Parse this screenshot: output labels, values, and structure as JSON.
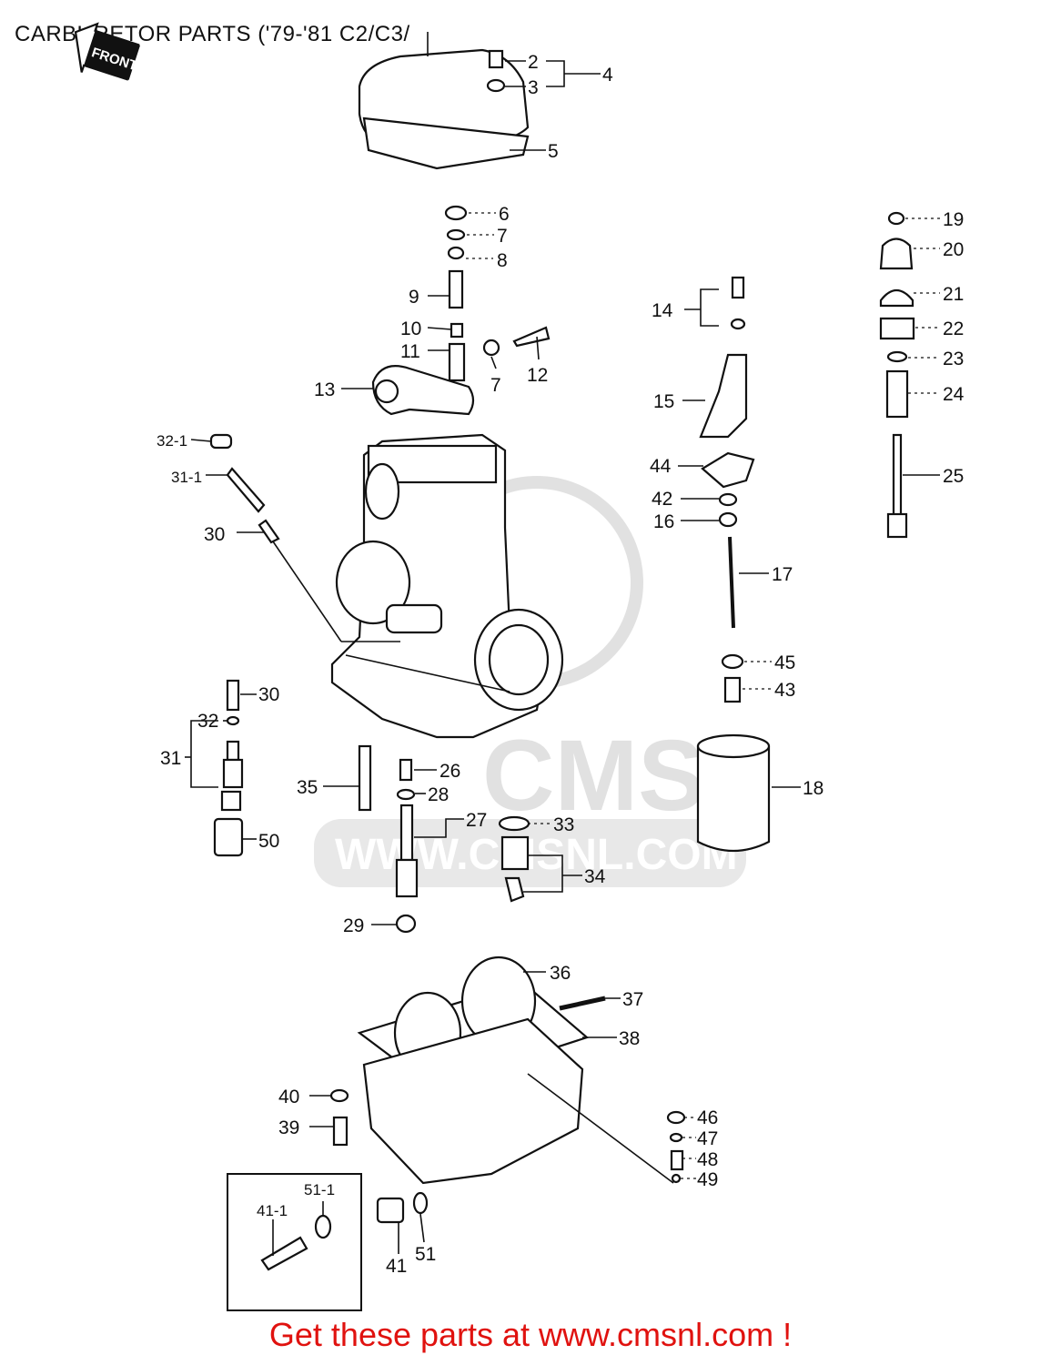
{
  "title": "CARBURETOR PARTS ('79-'81 C2/C3/",
  "front_badge": "FRONT",
  "watermark": {
    "brand": "CMS",
    "url": "WWW.CMSNL.COM",
    "color": "#dcdcdc"
  },
  "footer_link": "Get these parts at www.cmsnl.com !",
  "colors": {
    "footer": "#e0120f",
    "ink": "#111111"
  },
  "callouts": {
    "c2": "2",
    "c3": "3",
    "c4": "4",
    "c5": "5",
    "c6": "6",
    "c7a": "7",
    "c8": "8",
    "c9": "9",
    "c10": "10",
    "c11": "11",
    "c7b": "7",
    "c12": "12",
    "c13": "13",
    "c14": "14",
    "c15": "15",
    "c16": "16",
    "c17": "17",
    "c18": "18",
    "c19": "19",
    "c20": "20",
    "c21": "21",
    "c22": "22",
    "c23": "23",
    "c24": "24",
    "c25": "25",
    "c26": "26",
    "c27": "27",
    "c28": "28",
    "c29": "29",
    "c30a": "30",
    "c30b": "30",
    "c31": "31",
    "c31_1": "31-1",
    "c32": "32",
    "c32_1": "32-1",
    "c33": "33",
    "c34": "34",
    "c35": "35",
    "c36": "36",
    "c37": "37",
    "c38": "38",
    "c39": "39",
    "c40": "40",
    "c41": "41",
    "c41_1": "41-1",
    "c42": "42",
    "c43": "43",
    "c44": "44",
    "c45": "45",
    "c46": "46",
    "c47": "47",
    "c48": "48",
    "c49": "49",
    "c50": "50",
    "c51": "51",
    "c51_1": "51-1"
  }
}
